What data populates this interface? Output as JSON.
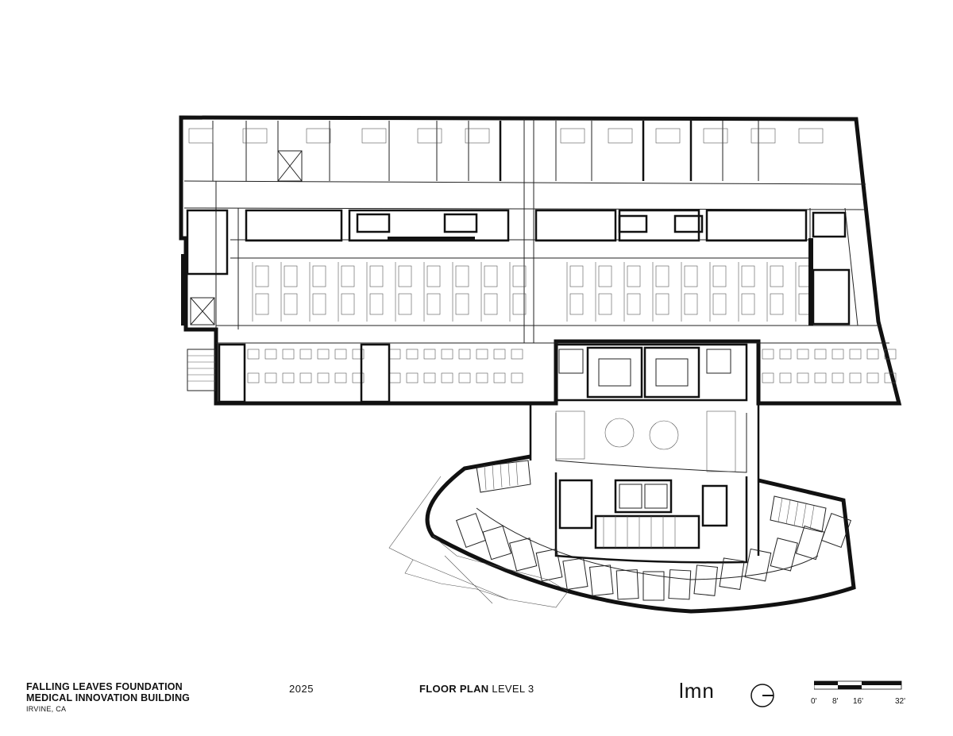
{
  "project": {
    "name_line1": "FALLING LEAVES FOUNDATION",
    "name_line2": "MEDICAL INNOVATION BUILDING",
    "location": "IRVINE, CA"
  },
  "year": "2025",
  "sheet": {
    "title_bold": "FLOOR PLAN",
    "title_rest": "LEVEL 3"
  },
  "firm_logo": "lmn",
  "scale_bar": {
    "labels": [
      "0'",
      "8'",
      "16'",
      "32'"
    ]
  },
  "icons": [
    "north-arrow-icon",
    "scale-bar-icon",
    "firm-logo"
  ],
  "colors": {
    "ink": "#111111",
    "paper": "#ffffff"
  }
}
